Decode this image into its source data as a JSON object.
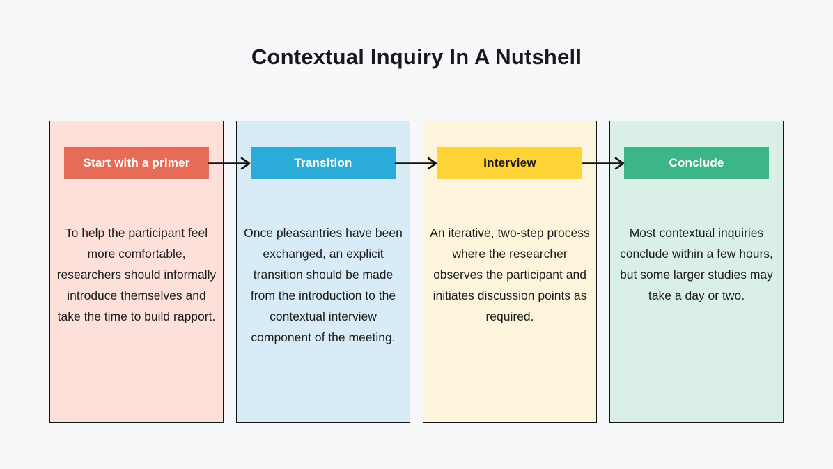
{
  "page": {
    "title": "Contextual Inquiry In A Nutshell",
    "background_color": "#F7F8FA",
    "title_color": "#17191C"
  },
  "cards": [
    {
      "label": "Start with a primer",
      "body": "To help the participant feel more comfortable, researchers should informally introduce themselves and take the time to build rapport.",
      "colors": {
        "card_bg": "#FDE0DA",
        "header_bg": "#E76C57",
        "header_text": "#FFFFFF"
      }
    },
    {
      "label": "Transition",
      "body": "Once pleasantries have been exchanged, an explicit transition should be made from the introduction to the contextual interview component of the meeting.",
      "colors": {
        "card_bg": "#D7ECF6",
        "header_bg": "#2BACD8",
        "header_text": "#FFFFFF"
      }
    },
    {
      "label": "Interview",
      "body": "An iterative, two-step process where the researcher observes the participant and initiates discussion points as required.",
      "colors": {
        "card_bg": "#FDF5DB",
        "header_bg": "#FDD335",
        "header_text": "#1A1A1A"
      }
    },
    {
      "label": "Conclude",
      "body": "Most contextual inquiries conclude within a few hours, but some larger studies may take a day or two.",
      "colors": {
        "card_bg": "#DAEFE5",
        "header_bg": "#3DB687",
        "header_text": "#FFFFFF"
      }
    }
  ],
  "arrows": {
    "color": "#111111",
    "count": 3
  }
}
